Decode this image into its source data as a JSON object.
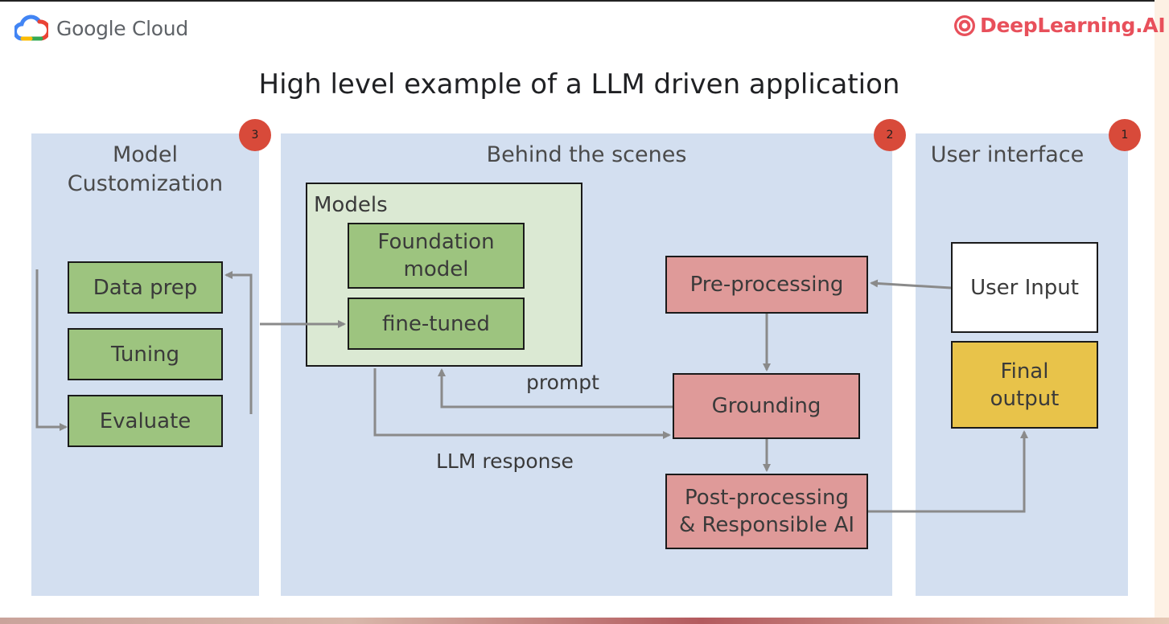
{
  "header": {
    "google_cloud_text": "Google Cloud",
    "deeplearning_text": "DeepLearning.AI",
    "title": "High level example of a LLM driven application"
  },
  "panels": {
    "customization": {
      "title_line1": "Model",
      "title_line2": "Customization",
      "badge": "3"
    },
    "behind": {
      "title": "Behind the scenes",
      "badge": "2"
    },
    "ui": {
      "title": "User interface",
      "badge": "1"
    }
  },
  "customization_steps": {
    "data_prep": "Data prep",
    "tuning": "Tuning",
    "evaluate": "Evaluate"
  },
  "models": {
    "label": "Models",
    "foundation_line1": "Foundation",
    "foundation_line2": "model",
    "fine_tuned": "fine-tuned"
  },
  "pipeline": {
    "pre_processing": "Pre-processing",
    "grounding": "Grounding",
    "post_line1": "Post-processing",
    "post_line2": "& Responsible AI"
  },
  "user_interface": {
    "user_input": "User Input",
    "final_line1": "Final",
    "final_line2": "output"
  },
  "edges": {
    "prompt": "prompt",
    "llm_response": "LLM response"
  },
  "colors": {
    "panel": "#d3dff0",
    "green_box": "#9dc47f",
    "models_container": "#dbe9d3",
    "red_box": "#df9a99",
    "final_output": "#e8c34a",
    "badge": "#d84a3a",
    "arrow": "#8a8a8a",
    "deeplearning_brand": "#e8505b"
  }
}
